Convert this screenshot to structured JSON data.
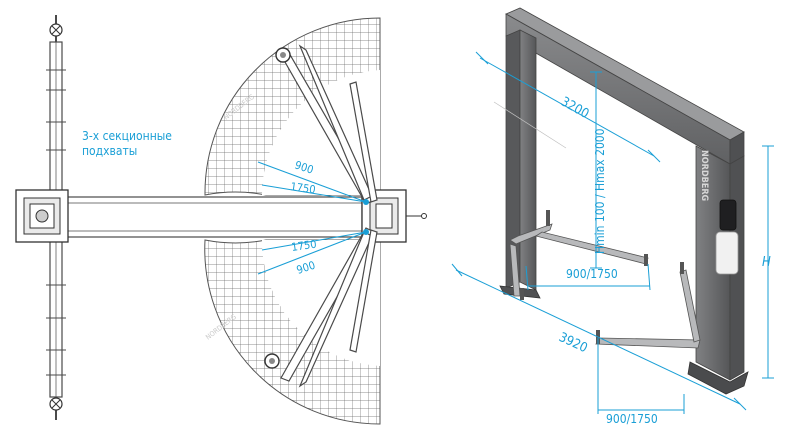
{
  "plan_view": {
    "callout": {
      "line1": "3-х секционные",
      "line2": "подхваты"
    },
    "arm_dims": {
      "short": "900",
      "long": "1750"
    },
    "watermark": "NORDBERG"
  },
  "iso_view": {
    "width_label": "3200",
    "height_label": "Hmin 100 / Hmax 2000",
    "base_label": "3920",
    "arm_label": "900/1750",
    "H_label": "H",
    "brand": "NORDBERG"
  },
  "colors": {
    "accent": "#1a9fd6",
    "line": "#4a4a4a",
    "column": "#6f7072"
  }
}
